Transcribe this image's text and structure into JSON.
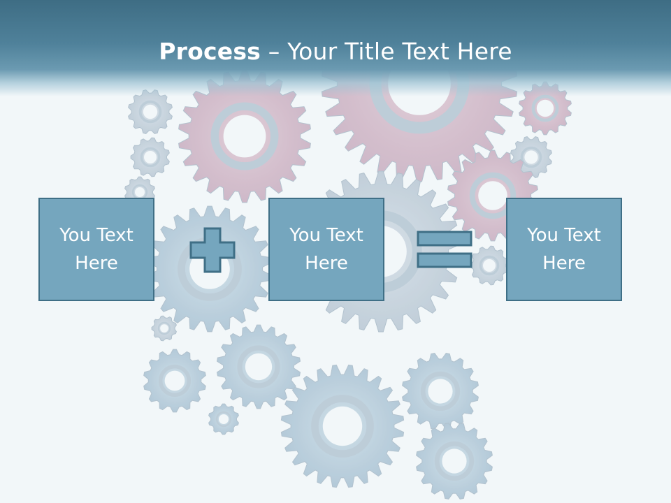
{
  "slide": {
    "title_bold": "Process",
    "title_rest": " – Your Title Text Here",
    "boxes": [
      {
        "text": "You Text Here"
      },
      {
        "text": "You Text Here"
      },
      {
        "text": "You Text Here"
      }
    ],
    "operators": [
      "plus-icon",
      "equals-icon"
    ],
    "background_image": "gears-image"
  },
  "colors": {
    "title_bar": "#3e6d84",
    "box_fill": "#75a6be",
    "box_border": "#3f6f86",
    "text": "#ffffff",
    "background": "#f2f7f9"
  }
}
